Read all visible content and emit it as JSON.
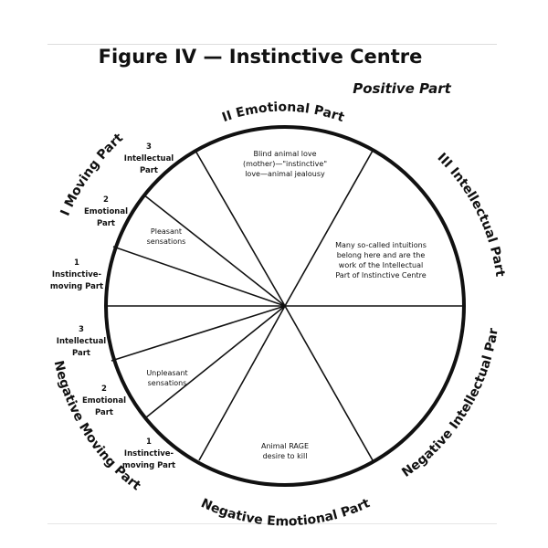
{
  "title": "Figure IV — Instinctive Centre",
  "positive_part": "Positive Part",
  "arc_labels": {
    "emotional_part": "II Emotional Part",
    "intellectual_part": "III Intellectual Part",
    "moving_part": "I Moving Part",
    "negative_intellectual_part": "Negative Intellectual Part",
    "negative_emotional_part": "Negative Emotional Part",
    "negative_moving_part": "Negative Moving Part"
  },
  "moving_subparts": {
    "positive": [
      [
        "3",
        "Intellectual",
        "Part"
      ],
      [
        "2",
        "Emotional",
        "Part"
      ],
      [
        "1",
        "Instinctive-",
        "moving Part"
      ]
    ],
    "negative": [
      [
        "3",
        "Intellectual",
        "Part"
      ],
      [
        "2",
        "Emotional",
        "Part"
      ],
      [
        "1",
        "Instinctive-",
        "moving Part"
      ]
    ]
  },
  "notes": {
    "blind_love": [
      "Blind animal love",
      "(mother)—\"instinctive\"",
      "love—animal jealousy"
    ],
    "intuitions": [
      "Many so-called intuitions",
      "belong here and are the",
      "work of the Intellectual",
      "Part of Instinctive Centre"
    ],
    "pleasant": [
      "Pleasant",
      "sensations"
    ],
    "unpleasant": [
      "Unpleasant",
      "sensations"
    ],
    "rage": [
      "Animal RAGE",
      "desire to kill"
    ]
  }
}
